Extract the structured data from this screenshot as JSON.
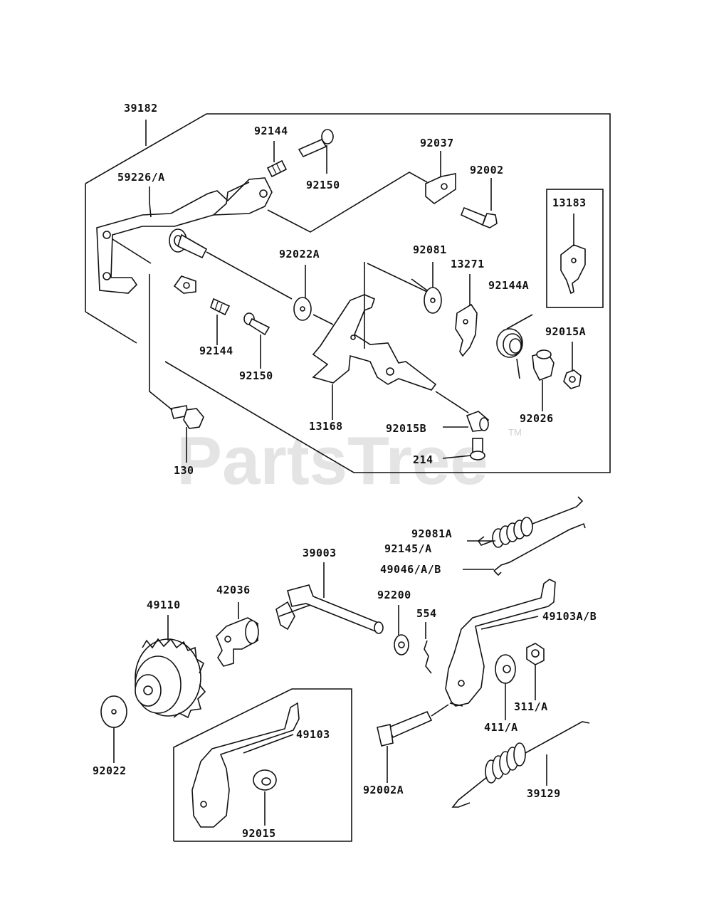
{
  "watermark": {
    "text": "PartsTree",
    "trademark": "TM"
  },
  "labels": {
    "l39182": "39182",
    "l92144_top": "92144",
    "l92150_top": "92150",
    "l59226": "59226/A",
    "l92037": "92037",
    "l92002": "92002",
    "l13183": "13183",
    "l92022A": "92022A",
    "l92081": "92081",
    "l13271": "13271",
    "l92144A": "92144A",
    "l92015A": "92015A",
    "l92144_bot": "92144",
    "l92150_bot": "92150",
    "l13168": "13168",
    "l92015B": "92015B",
    "l92026": "92026",
    "l214": "214",
    "l130": "130",
    "l92081A": "92081A",
    "l92145A": "92145/A",
    "l49046": "49046/A/B",
    "l39003": "39003",
    "l42036": "42036",
    "l49110": "49110",
    "l92200": "92200",
    "l554": "554",
    "l49103AB": "49103A/B",
    "l49103": "49103",
    "l311A": "311/A",
    "l411A": "411/A",
    "l92022": "92022",
    "l92002A": "92002A",
    "l39129": "39129",
    "l92015": "92015"
  }
}
